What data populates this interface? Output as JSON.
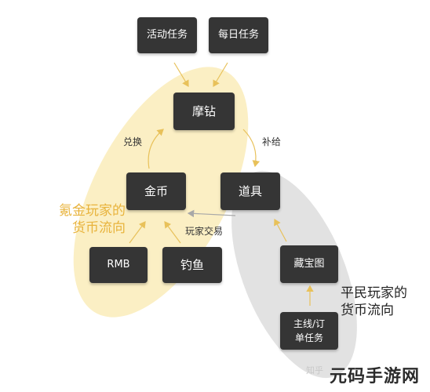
{
  "nodes": {
    "activity_tasks": "活动任务",
    "daily_tasks": "每日任务",
    "diamonds": "摩钻",
    "gold": "金币",
    "items": "道具",
    "rmb": "RMB",
    "fishing": "钓鱼",
    "treasure_map": "藏宝图",
    "main_line": "主线/订",
    "order_tasks": "单任务"
  },
  "edges": {
    "exchange": "兑换",
    "supply": "补给",
    "player_trade": "玩家交易"
  },
  "groups": {
    "paying_line1": "氪金玩家的",
    "paying_line2": "货币流向",
    "free_line1": "平民玩家的",
    "free_line2": "货币流向"
  },
  "watermark": "知乎",
  "brand": "元码手游网",
  "colors": {
    "node_bg": "#353535",
    "paying_accent": "#e8b33c",
    "paying_fill": "#fbefc4",
    "free_fill": "#e2e2e2",
    "arrow_paying": "#e8c15a",
    "arrow_free": "#a8a8a8"
  }
}
